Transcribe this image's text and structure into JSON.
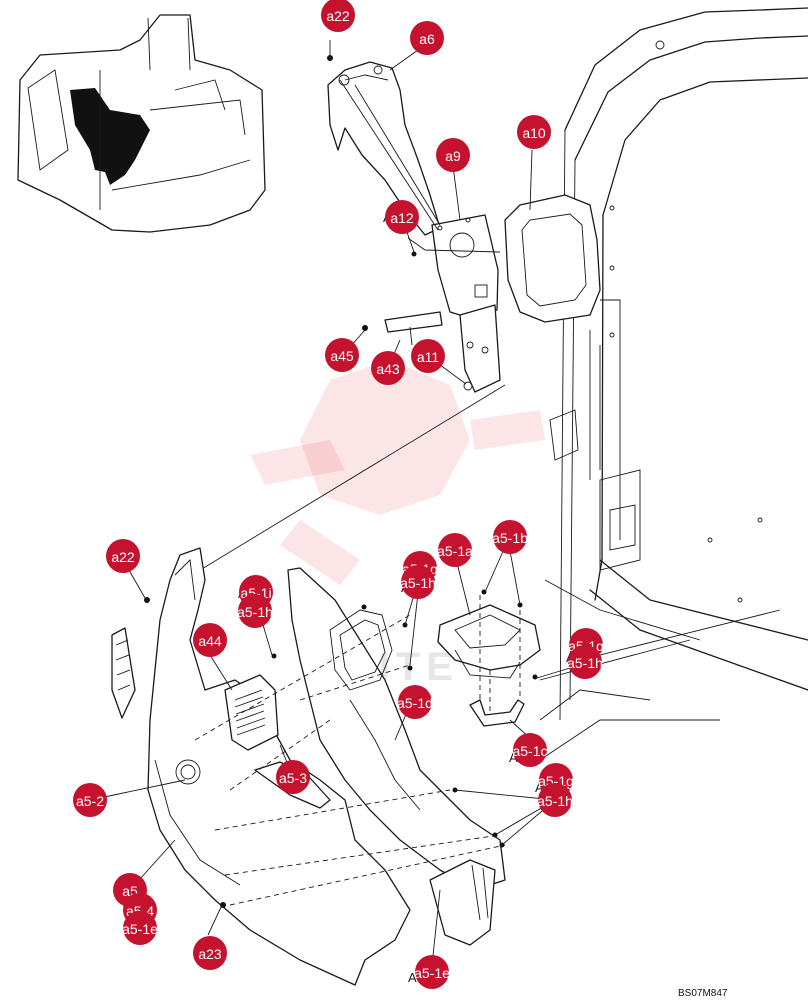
{
  "diagram": {
    "drawing_code": "BS07M847",
    "watermark_text": "WHITE",
    "callouts": [
      {
        "id": "a22-top",
        "label": "a22"
      },
      {
        "id": "a6",
        "label": "a6"
      },
      {
        "id": "a10",
        "label": "a10"
      },
      {
        "id": "a9",
        "label": "a9"
      },
      {
        "id": "a12",
        "label": "a12"
      },
      {
        "id": "a45",
        "label": "a45"
      },
      {
        "id": "a43",
        "label": "a43"
      },
      {
        "id": "a11",
        "label": "a11"
      },
      {
        "id": "a22-bottom",
        "label": "a22"
      },
      {
        "id": "a5-1a",
        "label": "a5-1a"
      },
      {
        "id": "a5-1b",
        "label": "a5-1b"
      },
      {
        "id": "a5-1g-a",
        "label": "a5-1g"
      },
      {
        "id": "a5-1h-a",
        "label": "a5-1h"
      },
      {
        "id": "a5-1i",
        "label": "a5-1i"
      },
      {
        "id": "a5-1h-b",
        "label": "a5-1h"
      },
      {
        "id": "a44",
        "label": "a44"
      },
      {
        "id": "a5-1g-b",
        "label": "a5-1g"
      },
      {
        "id": "a5-1h-c",
        "label": "a5-1h"
      },
      {
        "id": "a5-1d",
        "label": "a5-1d"
      },
      {
        "id": "a5-1c",
        "label": "a5-1c"
      },
      {
        "id": "a5-3",
        "label": "a5-3"
      },
      {
        "id": "a5-1g-c",
        "label": "a5-1g"
      },
      {
        "id": "a5-1h-d",
        "label": "a5-1h"
      },
      {
        "id": "a5-2",
        "label": "a5-2"
      },
      {
        "id": "a5",
        "label": "a5"
      },
      {
        "id": "a5-4",
        "label": "a5-4"
      },
      {
        "id": "a5-1e",
        "label": "a5-1e"
      },
      {
        "id": "a23",
        "label": "a23"
      },
      {
        "id": "a5-1e-b",
        "label": "a5-1e"
      }
    ]
  }
}
